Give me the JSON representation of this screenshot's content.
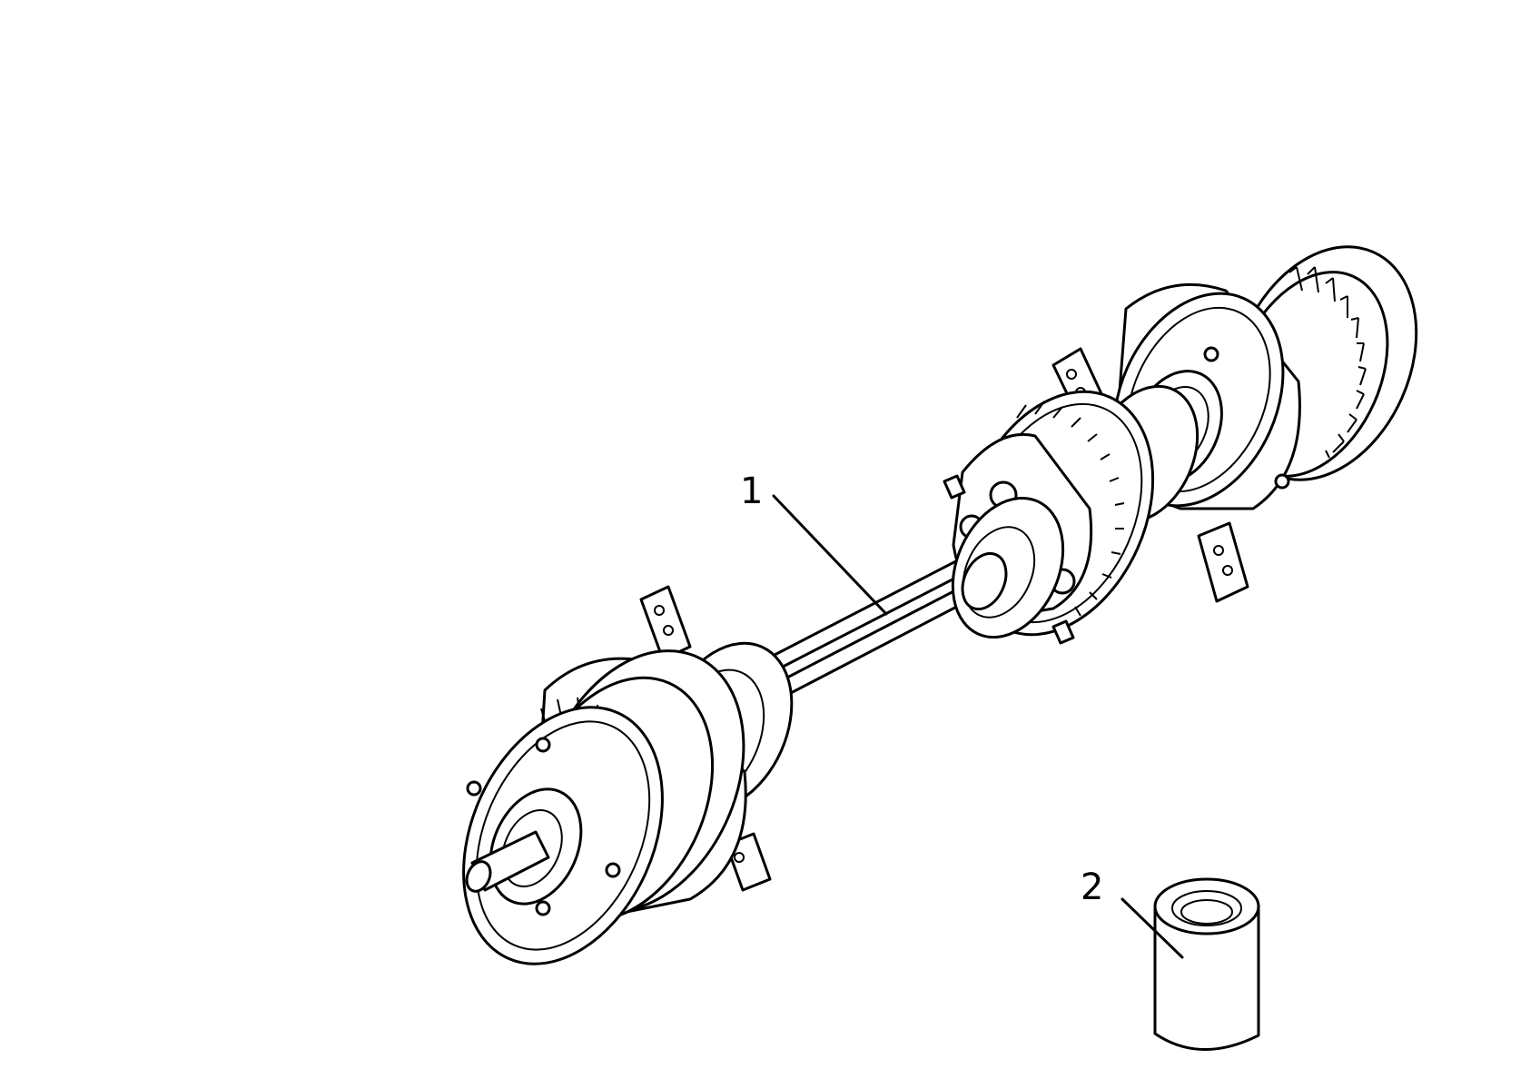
{
  "diagram": {
    "callouts": [
      {
        "id": "1",
        "label": "1",
        "part": "shaft-assembly"
      },
      {
        "id": "2",
        "label": "2",
        "part": "bushing"
      }
    ],
    "colors": {
      "line": "#000000",
      "background": "#ffffff"
    }
  }
}
